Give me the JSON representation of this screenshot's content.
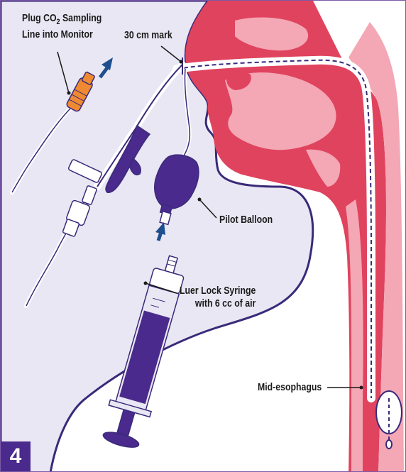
{
  "figure": {
    "step_number": "4",
    "labels": {
      "plug_line1": "Plug CO",
      "plug_sub": "2",
      "plug_line1_tail": " Sampling",
      "plug_line2": "Line into Monitor",
      "mark_30cm": "30 cm mark",
      "pilot_balloon": "Pilot Balloon",
      "syringe_line1": "Luer Lock Syringe",
      "syringe_line2": "with 6 cc of air",
      "mid_esophagus": "Mid-esophagus"
    },
    "colors": {
      "background_panel": "#e9e7f3",
      "airway_dark": "#e0435e",
      "airway_light": "#f4a7b4",
      "device_purple": "#4a2a8c",
      "connector_orange": "#f08a32",
      "arrow_navy": "#1d4f8f",
      "outline": "#3a2a7a"
    },
    "icons": [
      "up-arrow-icon",
      "up-arrow-icon"
    ]
  }
}
